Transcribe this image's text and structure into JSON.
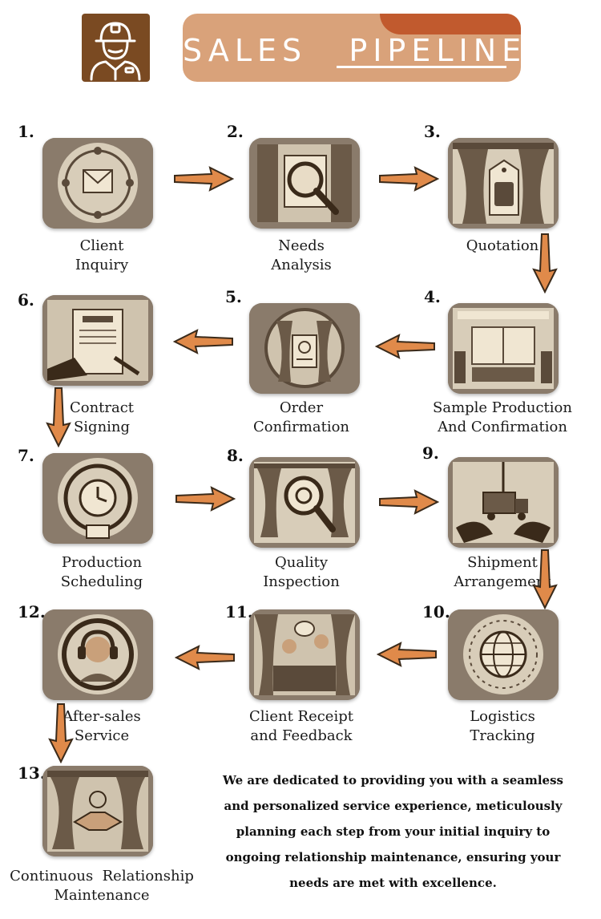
{
  "header": {
    "title_part1": "SALES",
    "title_part2": "PIPELINE"
  },
  "steps": [
    {
      "num": "1.",
      "line1": "Client",
      "line2": "Inquiry",
      "icon": "envelope-network-icon"
    },
    {
      "num": "2.",
      "line1": "Needs",
      "line2": "Analysis",
      "icon": "magnifier-curtain-icon"
    },
    {
      "num": "3.",
      "line1": "Quotation",
      "line2": "",
      "icon": "price-tag-icon"
    },
    {
      "num": "4.",
      "line1": "Sample Production",
      "line2": "And Confirmation",
      "icon": "sample-window-icon"
    },
    {
      "num": "5.",
      "line1": "Order",
      "line2": "Confirmation",
      "icon": "order-document-icon"
    },
    {
      "num": "6.",
      "line1": "Contract",
      "line2": "Signing",
      "icon": "contract-pen-icon"
    },
    {
      "num": "7.",
      "line1": "Production",
      "line2": "Scheduling",
      "icon": "calendar-clock-icon"
    },
    {
      "num": "8.",
      "line1": "Quality",
      "line2": "Inspection",
      "icon": "quality-magnifier-icon"
    },
    {
      "num": "9.",
      "line1": "Shipment",
      "line2": "Arrangement",
      "icon": "truck-hands-icon"
    },
    {
      "num": "10.",
      "line1": "Logistics",
      "line2": "Tracking",
      "icon": "globe-logistics-icon"
    },
    {
      "num": "11.",
      "line1": "Client Receipt",
      "line2": "and Feedback",
      "icon": "client-feedback-icon"
    },
    {
      "num": "12.",
      "line1": "After-sales",
      "line2": "Service",
      "icon": "headset-support-icon"
    },
    {
      "num": "13.",
      "line1": "Continuous  Relationship",
      "line2": "Maintenance",
      "icon": "handshake-icon"
    }
  ],
  "description": "We are dedicated to providing you with a seamless and personalized service experience, meticulously planning each step from your initial inquiry to ongoing relationship maintenance, ensuring your needs are met with excellence.",
  "colors": {
    "logo_bg": "#7a4a22",
    "banner_bg": "#d9a27a",
    "banner_accent": "#c15a2e",
    "arrow": "#e08a4a",
    "tile_tone": "#8a7b6b"
  }
}
